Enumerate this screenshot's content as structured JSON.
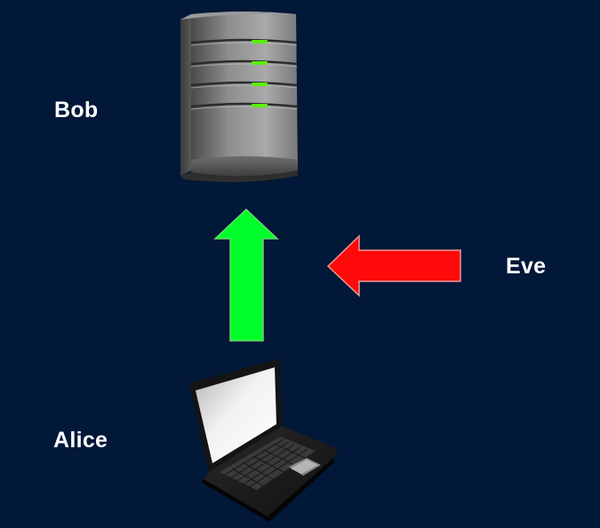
{
  "nodes": {
    "server": {
      "label": "Bob",
      "icon": "server-icon"
    },
    "client": {
      "label": "Alice",
      "icon": "laptop-icon"
    },
    "attacker": {
      "label": "Eve"
    }
  },
  "arrows": {
    "legitimate": {
      "icon": "up-arrow-icon",
      "color": "#00ff2a"
    },
    "attack": {
      "icon": "left-arrow-icon",
      "color": "#ff0a0a"
    }
  },
  "colors": {
    "background": "#011838",
    "text": "#ffffff",
    "status_led": "#5cf000"
  }
}
